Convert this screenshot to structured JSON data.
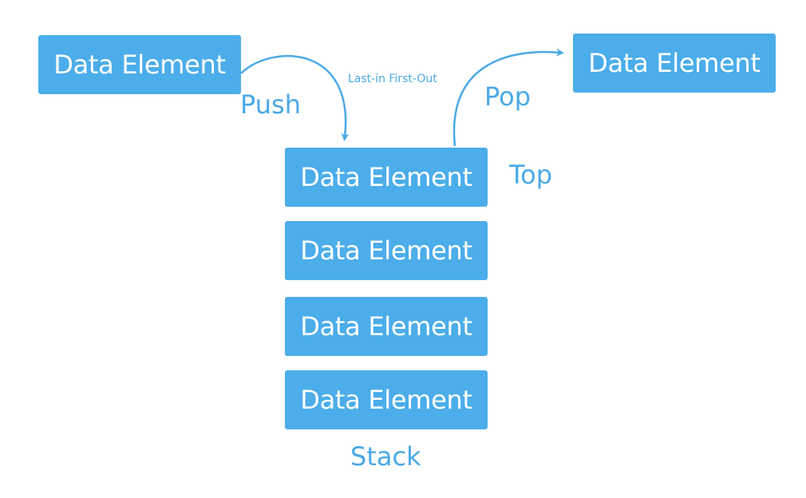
{
  "colors": {
    "box": "#4badea",
    "text": "#4aa9e6",
    "arrow": "#4aa9e6"
  },
  "incoming": {
    "label": "Data Element"
  },
  "outgoing": {
    "label": "Data Element"
  },
  "stack": {
    "items": [
      {
        "label": "Data Element"
      },
      {
        "label": "Data Element"
      },
      {
        "label": "Data Element"
      },
      {
        "label": "Data Element"
      }
    ],
    "caption": "Stack",
    "top_label": "Top"
  },
  "operations": {
    "push": "Push",
    "pop": "Pop",
    "order": "Last-in First-Out"
  }
}
